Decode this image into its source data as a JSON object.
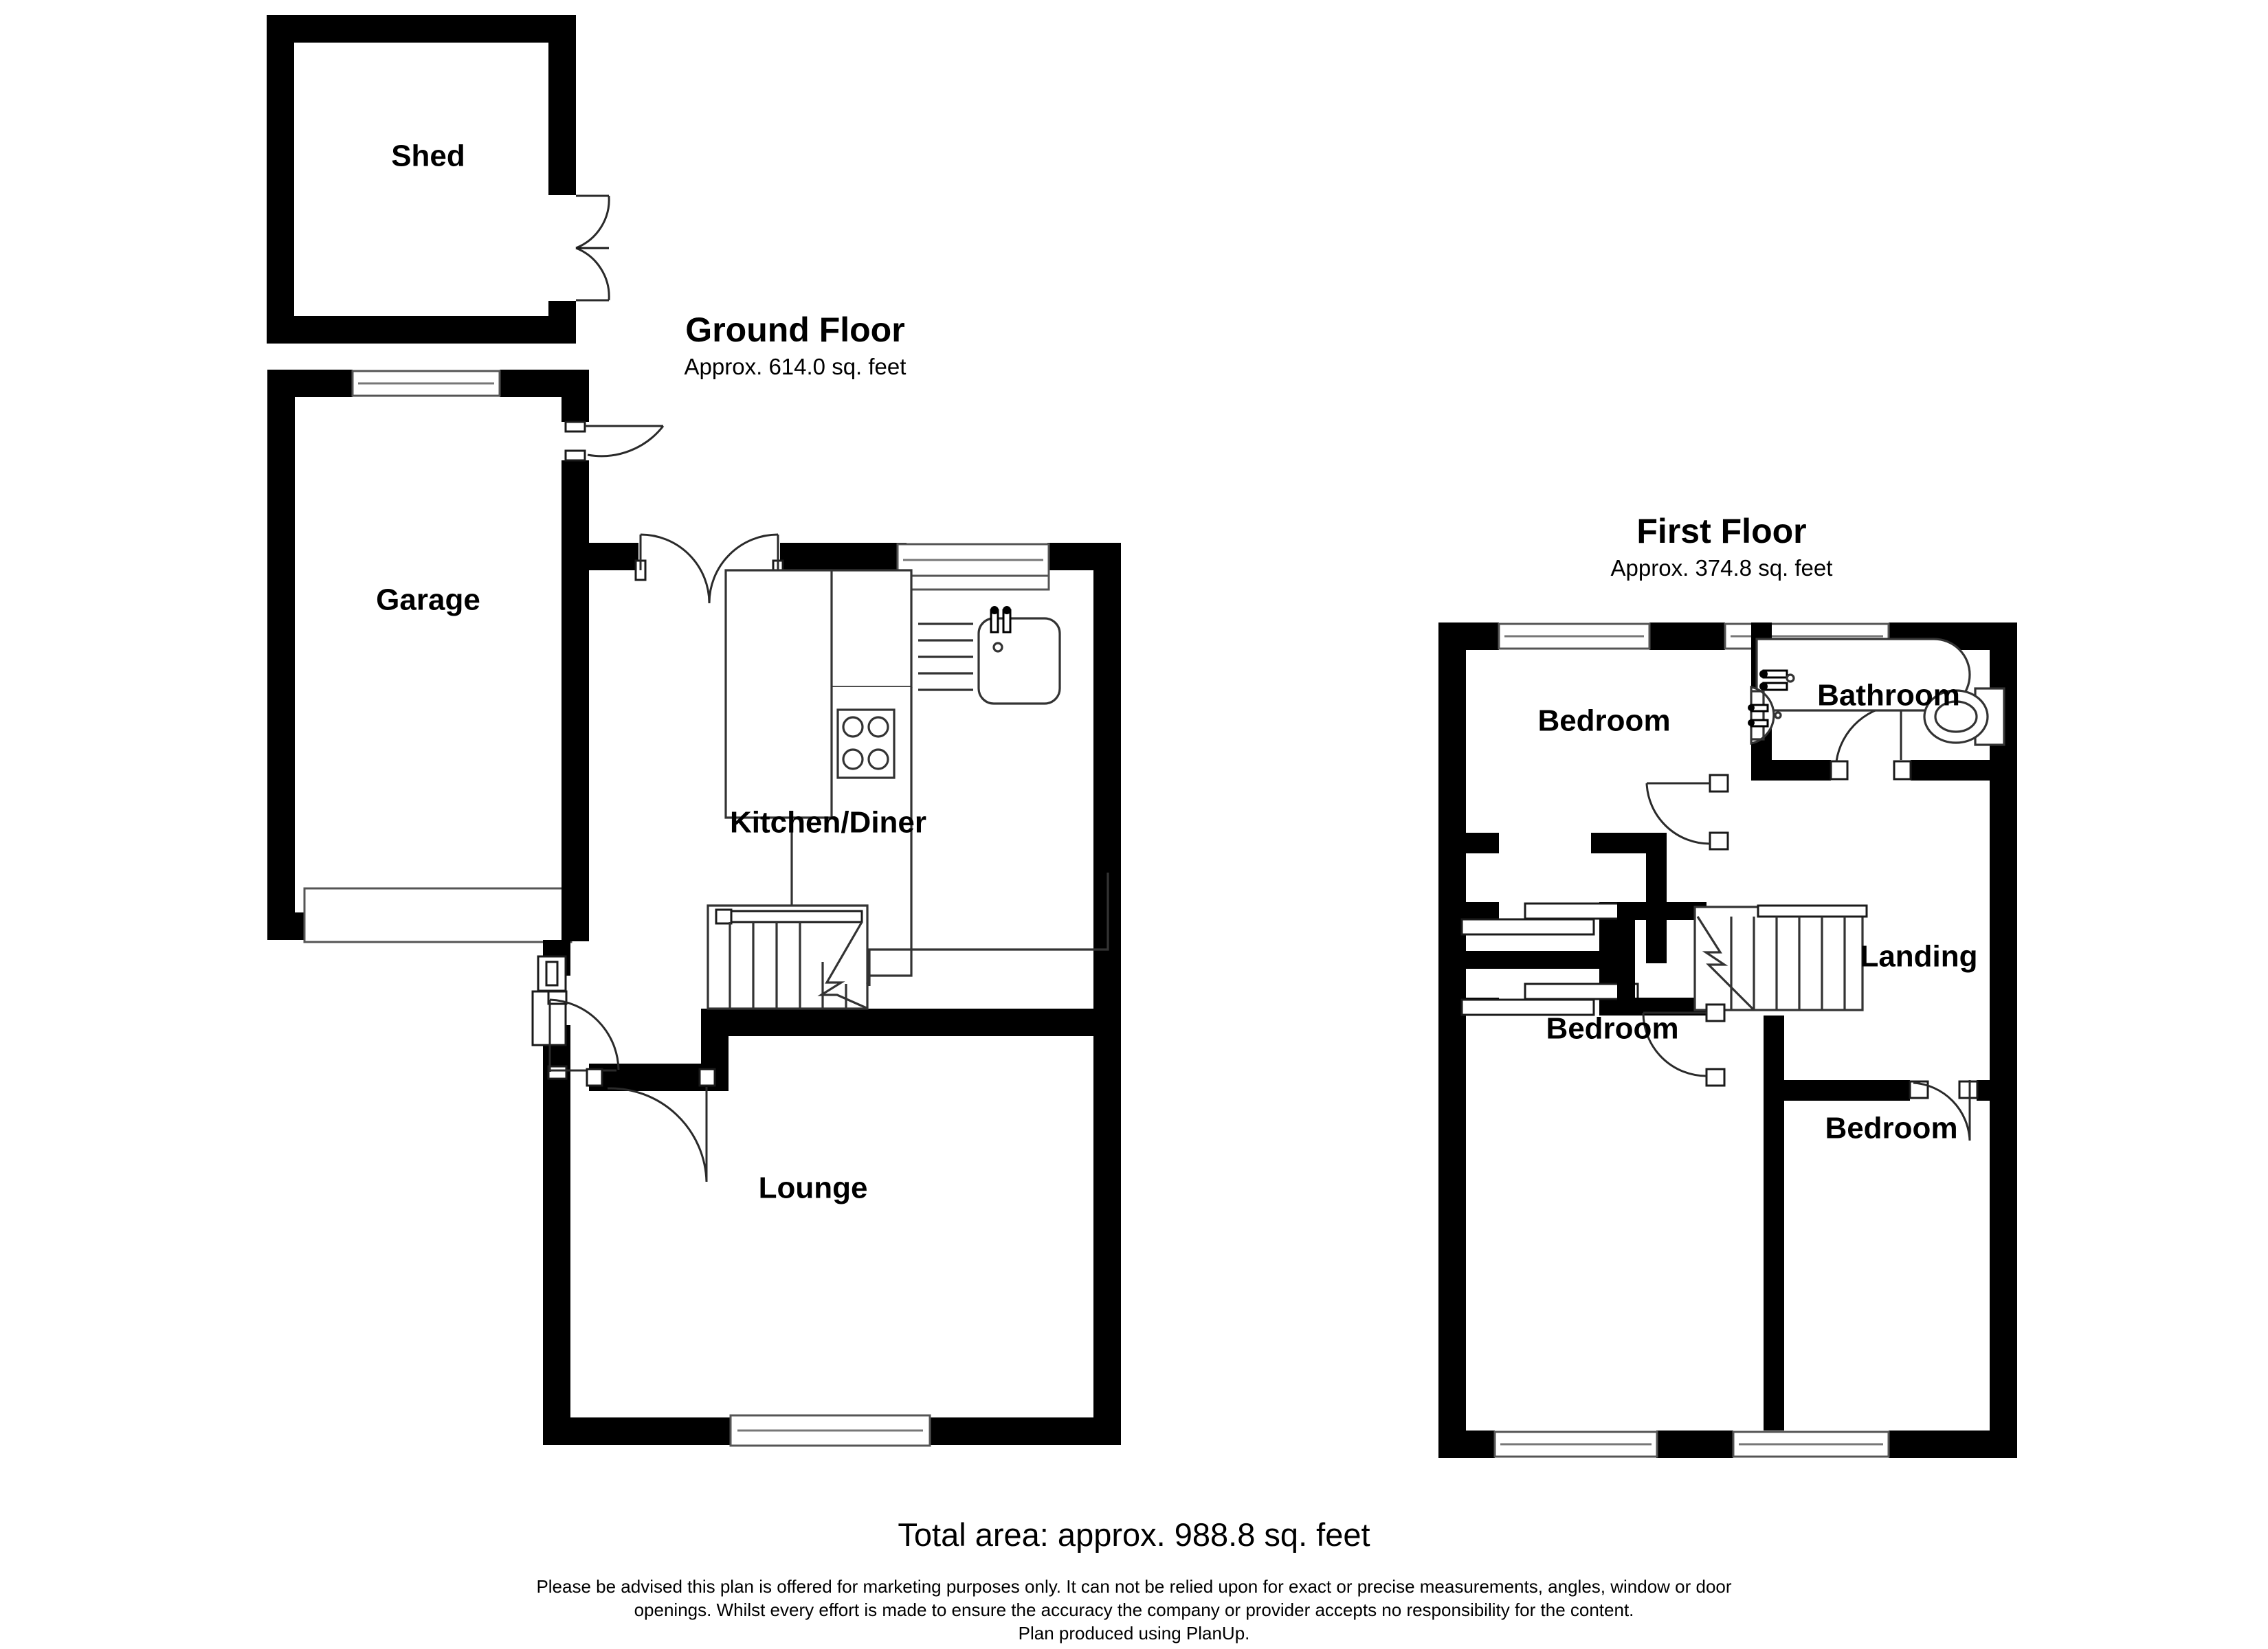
{
  "document": {
    "type": "floor-plan",
    "background_color": "#ffffff",
    "ink_color": "#000000"
  },
  "floors": [
    {
      "id": "ground",
      "title": "Ground Floor",
      "area_text": "Approx. 614.0 sq. feet",
      "area_value": 614.0,
      "area_unit": "sq. feet",
      "rooms": [
        {
          "id": "shed",
          "label": "Shed"
        },
        {
          "id": "garage",
          "label": "Garage"
        },
        {
          "id": "kitchen-diner",
          "label": "Kitchen/Diner"
        },
        {
          "id": "lounge",
          "label": "Lounge"
        }
      ]
    },
    {
      "id": "first",
      "title": "First Floor",
      "area_text": "Approx. 374.8 sq. feet",
      "area_value": 374.8,
      "area_unit": "sq. feet",
      "rooms": [
        {
          "id": "bedroom-1",
          "label": "Bedroom"
        },
        {
          "id": "bathroom",
          "label": "Bathroom"
        },
        {
          "id": "landing",
          "label": "Landing"
        },
        {
          "id": "bedroom-2",
          "label": "Bedroom"
        },
        {
          "id": "bedroom-3",
          "label": "Bedroom"
        }
      ]
    }
  ],
  "summary": {
    "total_area_text": "Total area: approx. 988.8 sq. feet",
    "total_area_value": 988.8,
    "total_area_unit": "sq. feet"
  },
  "disclaimer": {
    "line1": "Please be advised this plan is offered for marketing purposes only. It can not be relied upon for exact or precise measurements, angles, window or door",
    "line2": "openings. Whilst every effort is made to ensure the accuracy the company or provider accepts no responsibility for the content.",
    "line3": "Plan produced using PlanUp."
  },
  "fixtures": {
    "kitchen": [
      "sink-fixture",
      "drainer-fixture",
      "hob-fixture",
      "worktop-fixture"
    ],
    "bathroom": [
      "bath-fixture",
      "basin-fixture",
      "toilet-fixture"
    ],
    "circulation": [
      "staircase-ground",
      "staircase-first"
    ]
  }
}
